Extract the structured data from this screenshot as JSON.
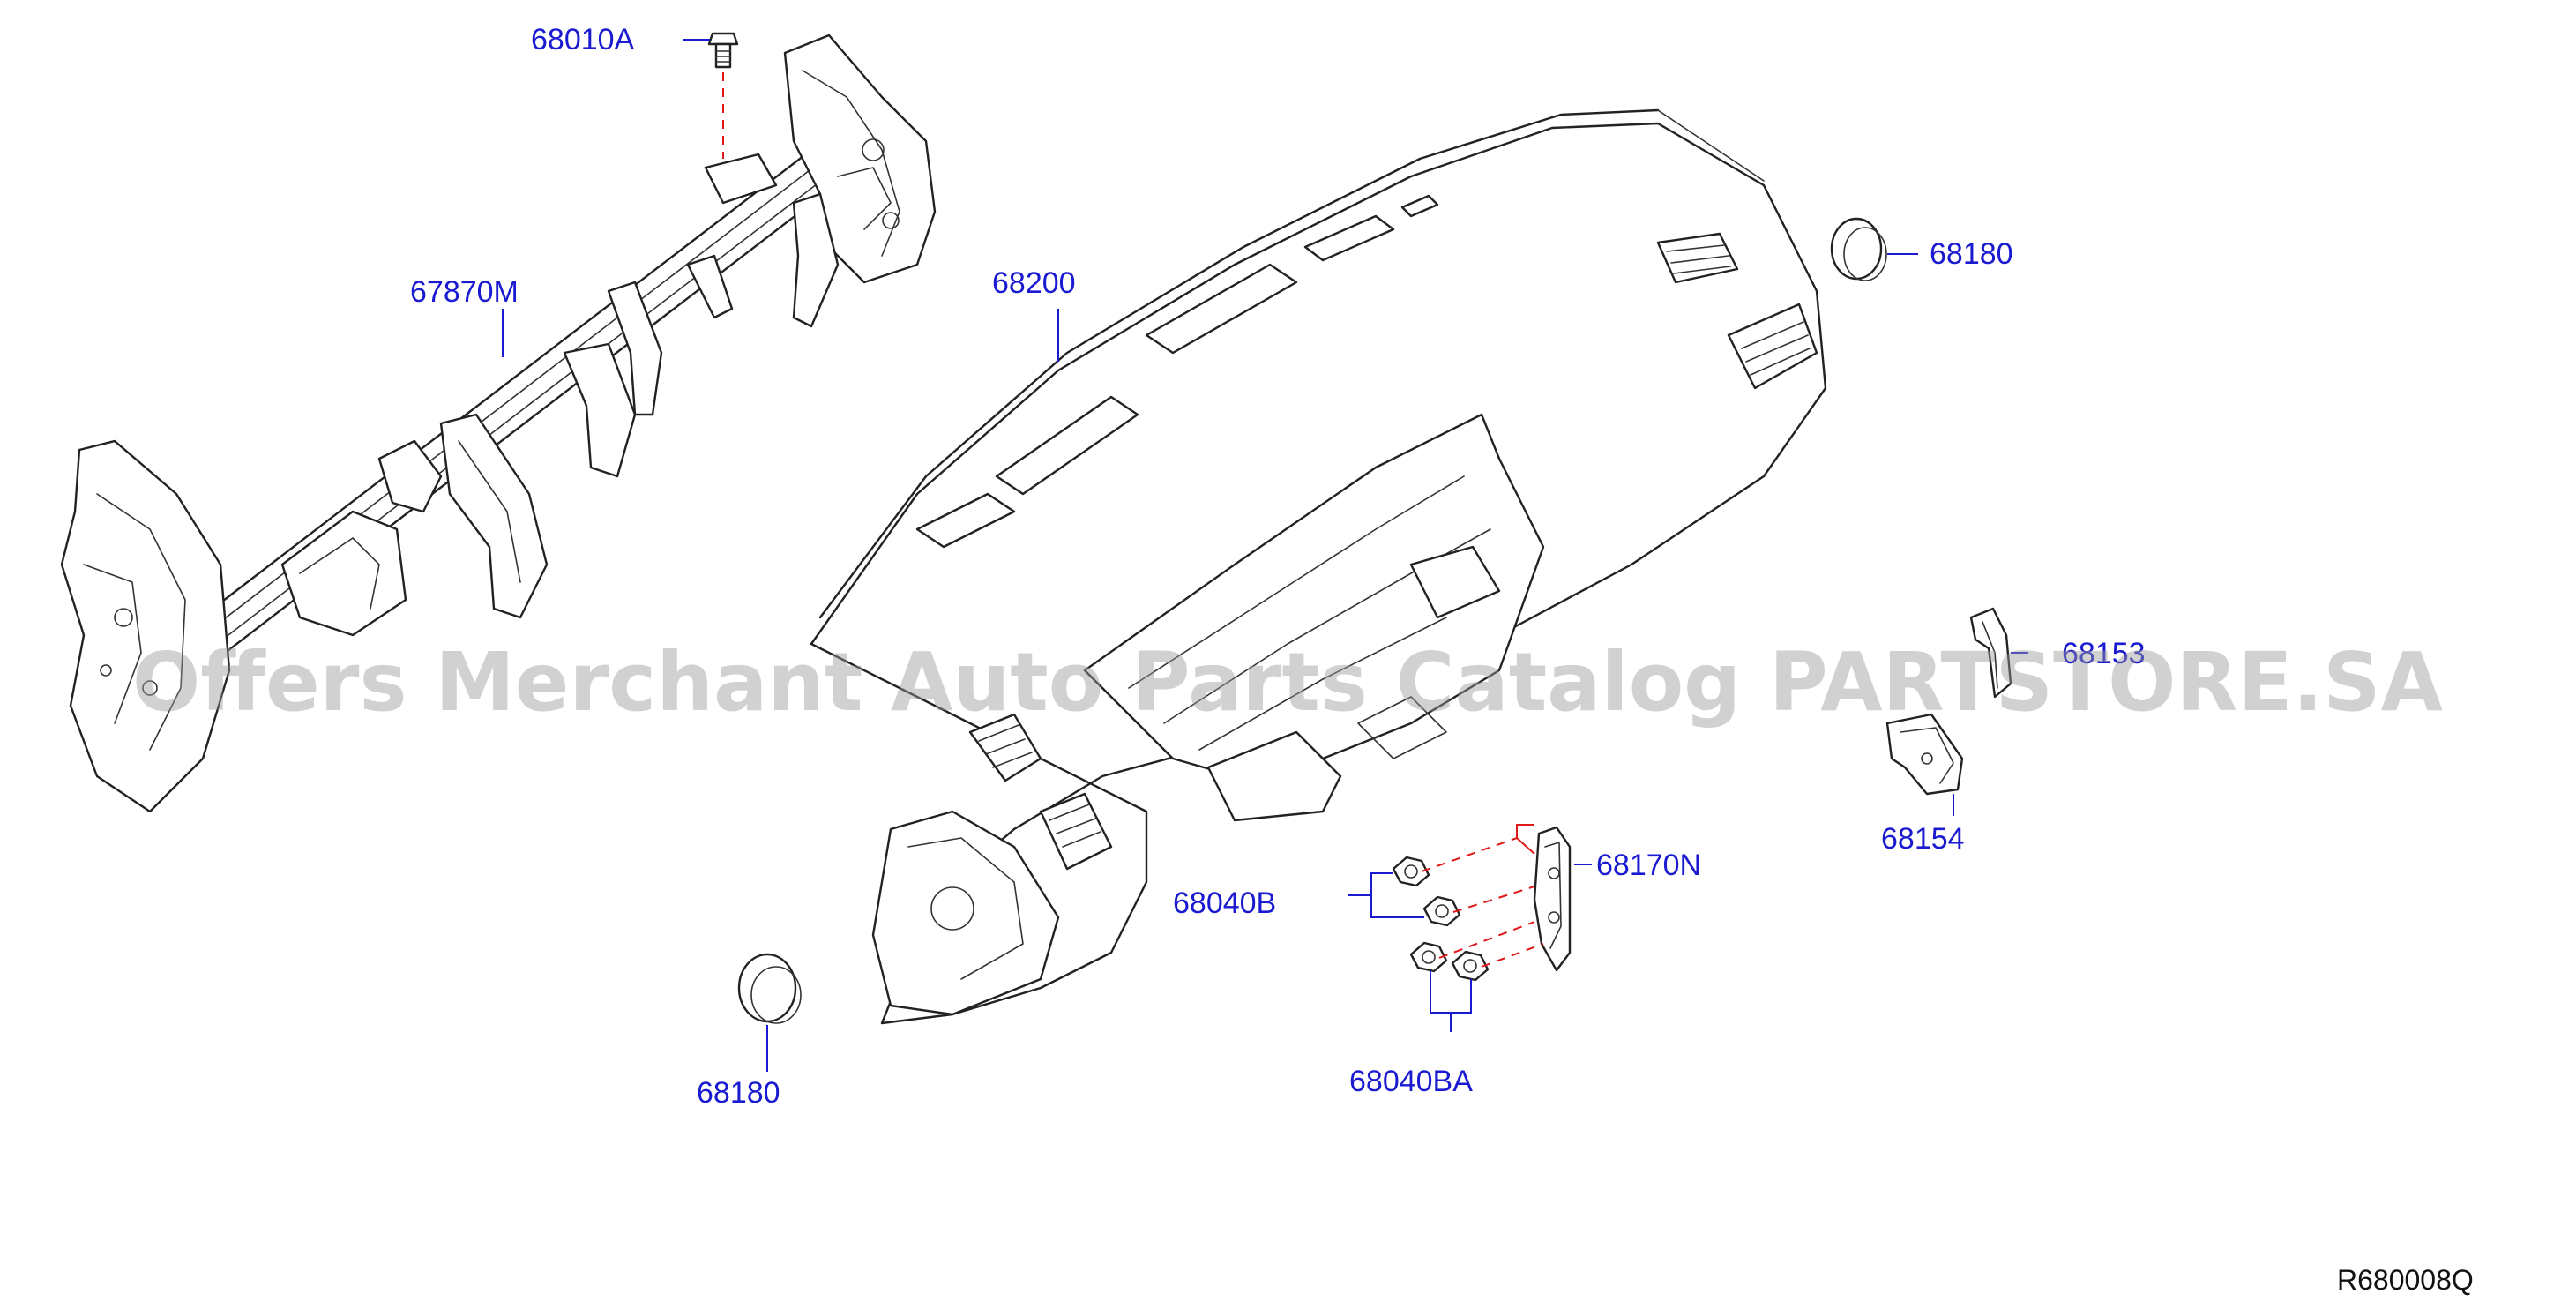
{
  "diagram": {
    "labels": {
      "bolt": "68010A",
      "steering_member": "67870M",
      "instrument_panel": "68200",
      "plug_right": "68180",
      "plug_left": "68180",
      "bracket_small": "68153",
      "bracket_lower": "68154",
      "bracket_side": "68170N",
      "nut_b": "68040B",
      "nut_ba": "68040BA"
    },
    "ref_code": "R680008Q",
    "watermark": "Offers Merchant Auto Parts Catalog PARTSTORE.SA",
    "colors": {
      "label": "#1a1ad0",
      "dashed_guide": "#e01818",
      "outline": "#222222"
    }
  }
}
